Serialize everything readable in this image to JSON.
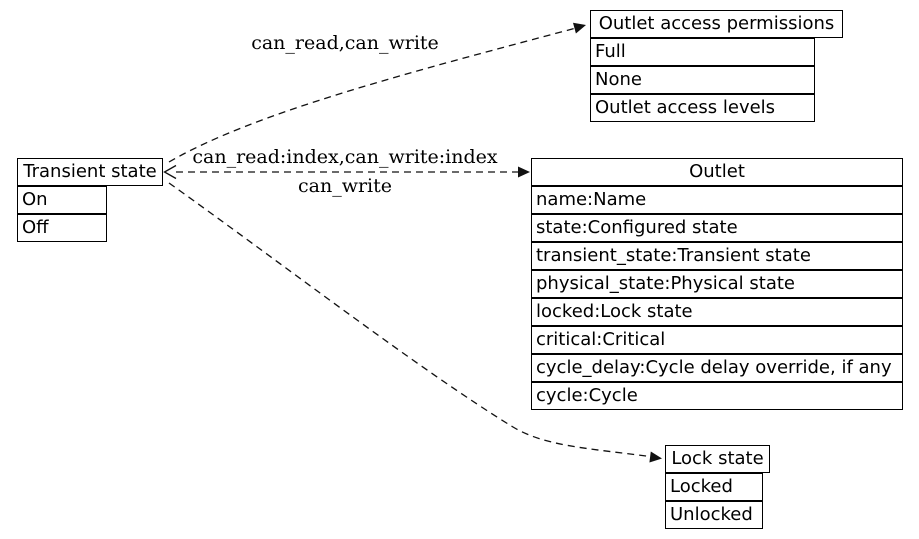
{
  "colors": {
    "background": "#ffffff",
    "line": "#000000",
    "text": "#000000"
  },
  "nodes": {
    "transient_state": {
      "title": "Transient state",
      "rows": [
        "On",
        "Off"
      ]
    },
    "outlet_access_permissions": {
      "title": "Outlet access permissions",
      "rows": [
        "Full",
        "None",
        "Outlet access levels"
      ]
    },
    "outlet": {
      "title": "Outlet",
      "rows": [
        "name:Name",
        "state:Configured state",
        "transient_state:Transient state",
        "physical_state:Physical state",
        "locked:Lock state",
        "critical:Critical",
        "cycle_delay:Cycle delay override, if any",
        "cycle:Cycle"
      ]
    },
    "lock_state": {
      "title": "Lock state",
      "rows": [
        "Locked",
        "Unlocked"
      ]
    }
  },
  "edges": [
    {
      "from": "transient_state",
      "to": "outlet_access_permissions",
      "style": "dashed",
      "label": "can_read,can_write"
    },
    {
      "from": "outlet",
      "to": "transient_state",
      "style": "dashed",
      "label": "can_read:index,can_write:index"
    },
    {
      "from": "transient_state",
      "to": "outlet",
      "style": "dashed",
      "label": "can_write"
    },
    {
      "from": "transient_state",
      "to": "lock_state",
      "style": "dashed",
      "label": ""
    }
  ]
}
